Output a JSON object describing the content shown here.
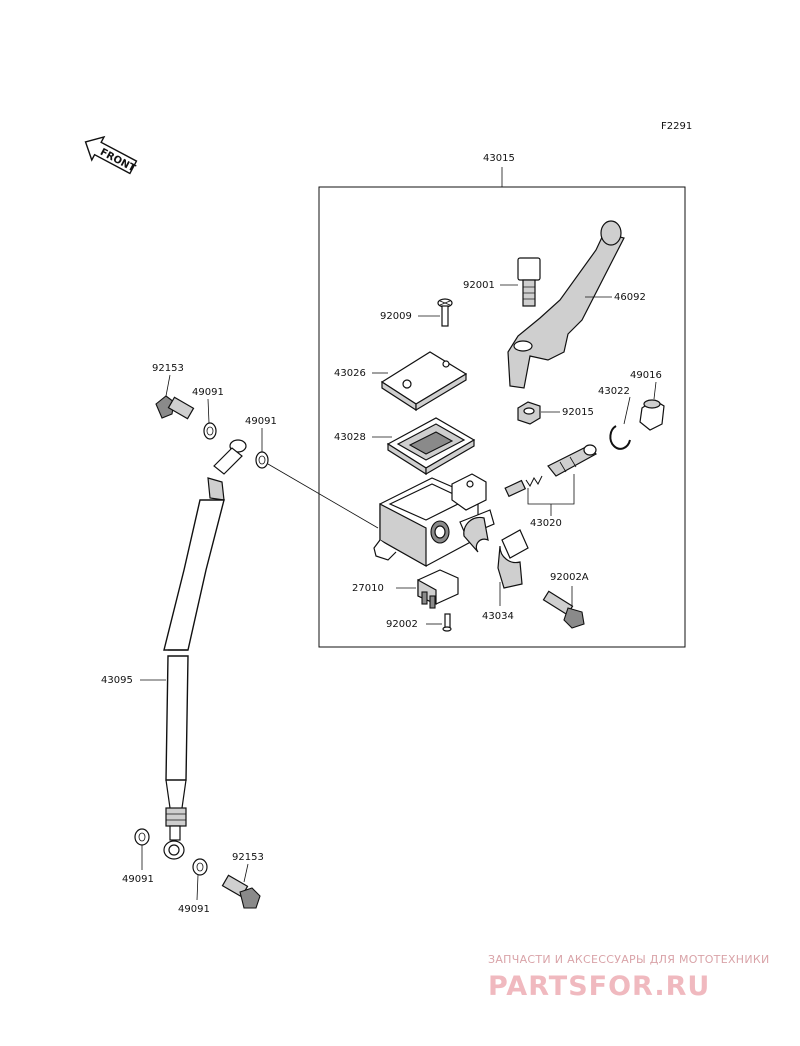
{
  "figure_code": "F2291",
  "front_indicator": "FRONT",
  "parts": {
    "p43015": "43015",
    "p92001": "92001",
    "p46092": "46092",
    "p92009": "92009",
    "p43026": "43026",
    "p49016": "49016",
    "p43022": "43022",
    "p92015": "92015",
    "p43028": "43028",
    "p43020": "43020",
    "p27010": "27010",
    "p92002A": "92002A",
    "p92002": "92002",
    "p43034": "43034",
    "p92153_top": "92153",
    "p49091_top_a": "49091",
    "p49091_top_b": "49091",
    "p43095": "43095",
    "p49091_bottom_a": "49091",
    "p92153_bottom": "92153",
    "p49091_bottom_b": "49091"
  },
  "watermark": {
    "tagline": "ЗАПЧАСТИ И АКСЕССУАРЫ ДЛЯ МОТОТЕХНИКИ",
    "brand": "PARTSFOR.RU",
    "color": "#f0b9bf"
  }
}
